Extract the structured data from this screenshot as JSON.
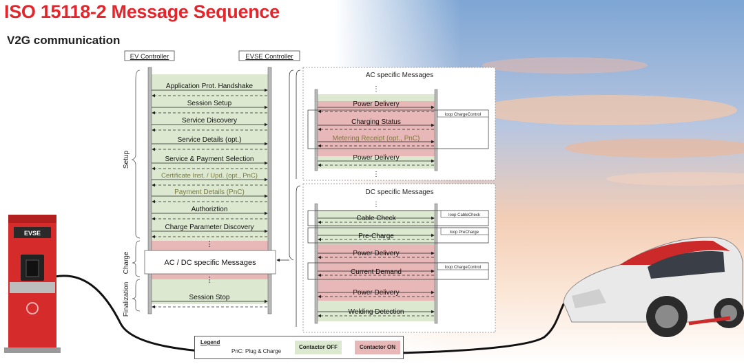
{
  "header": {
    "title": "ISO 15118-2 Message Sequence",
    "subtitle": "V2G communication"
  },
  "actors": {
    "ev": "EV Controller",
    "evse": "EVSE Controller"
  },
  "phases": {
    "setup": "Setup",
    "charge": "Charge",
    "finalization": "Finalization"
  },
  "main_messages": {
    "m1": "Application Prot. Handshake",
    "m2": "Session Setup",
    "m3": "Service Discovery",
    "m4": "Service Details (opt.)",
    "m5": "Service & Payment Selection",
    "m6": "Certificate Inst. / Upd. (opt., PnC)",
    "m7": "Payment Details (PnC)",
    "m8": "Authoriztion",
    "m9": "Charge Parameter Discovery",
    "m10": "AC / DC specific Messages",
    "m11": "Session Stop",
    "ellipsis": "⋮"
  },
  "ac_panel": {
    "title": "AC specific Messages",
    "messages": [
      "Power Delivery",
      "Charging Status",
      "Metering Receipt (opt., PnC)",
      "Power Delivery"
    ],
    "loop": "loop ChargeControl"
  },
  "dc_panel": {
    "title": "DC specific Messages",
    "messages": [
      "Cable Check",
      "Pre-Charge",
      "Power Delivery",
      "Current Demand",
      "Power Delivery",
      "Welding Detection"
    ],
    "loops": [
      "loop CableCheck",
      "loop PreCharge",
      "loop ChargeControl"
    ]
  },
  "legend": {
    "title": "Legend",
    "pnc": "PnC: Plug & Charge",
    "off": "Contactor OFF",
    "on": "Contactor ON"
  },
  "station": {
    "label": "EVSE"
  },
  "colors": {
    "title": "#e4252b",
    "contactor_off": "#dce8cf",
    "contactor_on": "#e8b7b7",
    "pnc_text": "#7d7a3a"
  }
}
